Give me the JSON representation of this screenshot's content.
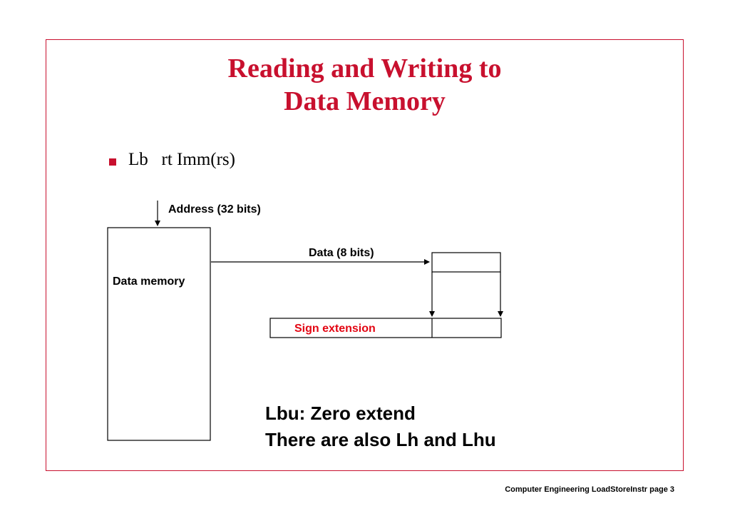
{
  "slide": {
    "title_line1": "Reading and Writing  to",
    "title_line2": "Data Memory",
    "bullet": "Lb   rt Imm(rs)",
    "footer": "Computer Engineering LoadStoreInstr page 3",
    "accent_color": "#c8102e"
  },
  "diagram": {
    "address_label": "Address (32 bits)",
    "memory_label": "Data memory",
    "data_label": "Data (8 bits)",
    "sign_extension_label": "Sign extension"
  },
  "notes": {
    "line1": "Lbu: Zero extend",
    "line2": "There are also Lh and Lhu"
  }
}
